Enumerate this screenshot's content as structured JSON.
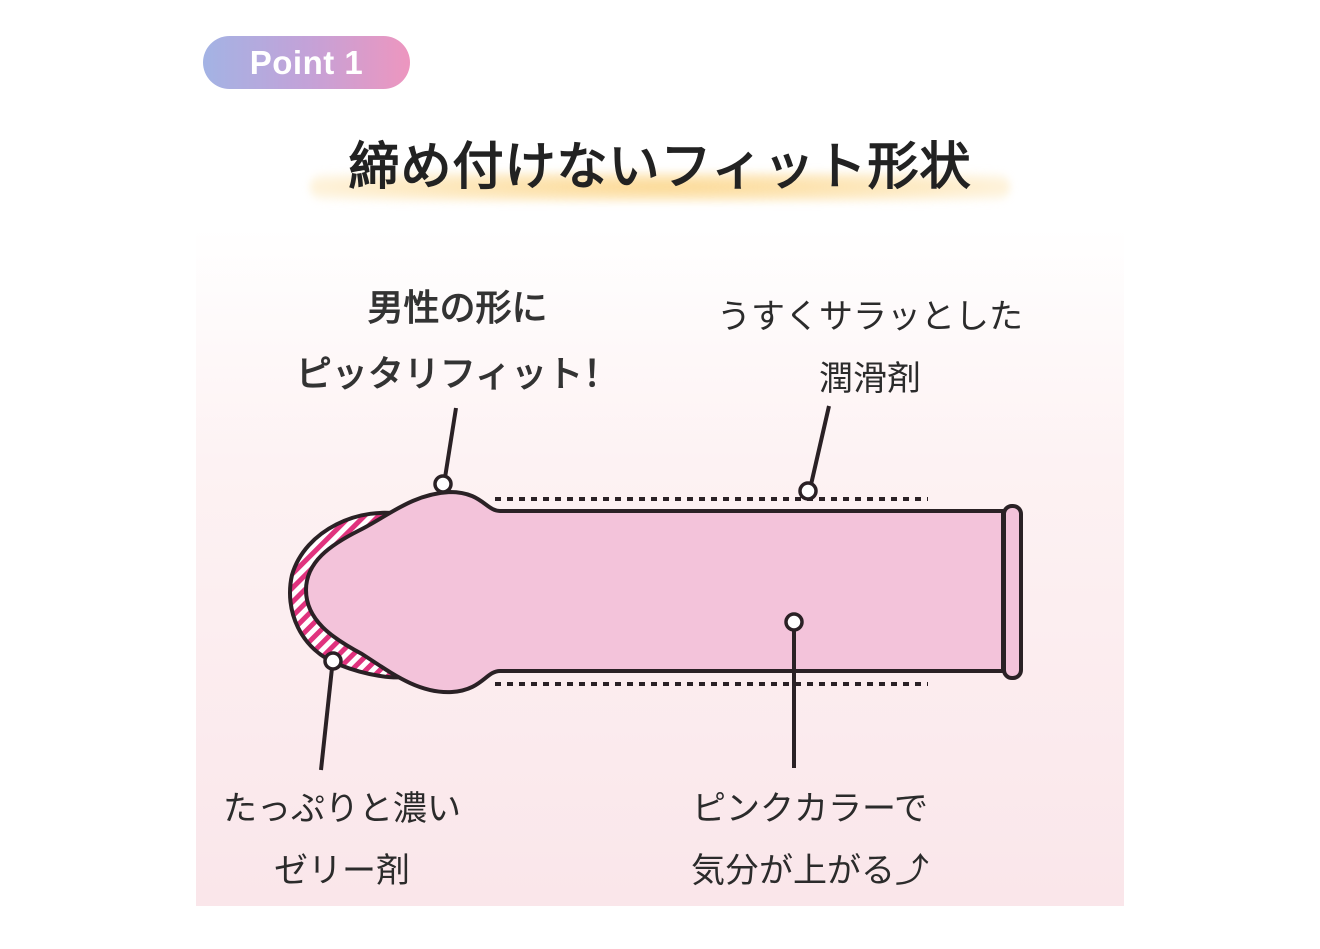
{
  "badge": {
    "text": "Point 1"
  },
  "title": "締め付けないフィット形状",
  "labels": {
    "fit_line1": "男性の形に",
    "fit_line2": "ピッタリフィット！",
    "lube_line1": "うすくサラッとした",
    "lube_line2": "潤滑剤",
    "jelly_line1": "たっぷりと濃い",
    "jelly_line2": "ゼリー剤",
    "color_line1": "ピンクカラーで",
    "color_line2": "気分が上がる⤴"
  },
  "colors": {
    "badge_gradient": [
      "#a3b3e4",
      "#c3a2d8",
      "#ed96bf"
    ],
    "title_highlight": "#fcd68c",
    "body_fill": "#f3c3da",
    "outline": "#2a2125",
    "jelly_stripe": "#e0337e",
    "panel_tint": "#fae6ea"
  }
}
